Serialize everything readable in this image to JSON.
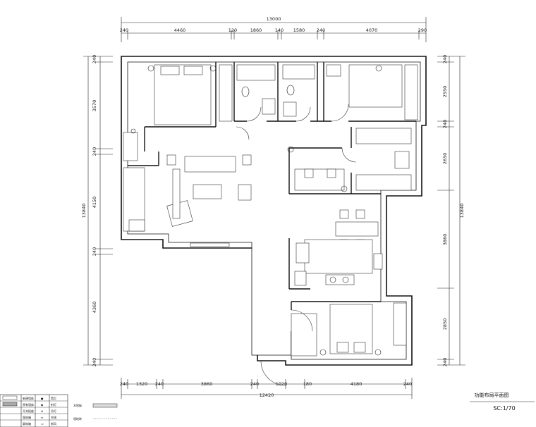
{
  "drawing": {
    "title": "功能布局平面图",
    "scale": "SC:1/70"
  },
  "top_dims": {
    "overall": "13000",
    "segments": [
      "240",
      "4460",
      "120",
      "1860",
      "140",
      "1580",
      "240",
      "4070",
      "290"
    ]
  },
  "bottom_dims": {
    "overall": "12420",
    "segments": [
      "240",
      "1320",
      "240",
      "3860",
      "240",
      "1020",
      "180",
      "4180",
      "240"
    ]
  },
  "left_dims": {
    "overall": "13840",
    "segments": [
      "240",
      "3570",
      "240",
      "4150",
      "240",
      "4360",
      "240"
    ]
  },
  "right_dims": {
    "overall": "13840",
    "segments": [
      "240",
      "2550",
      "240",
      "2650",
      "3860",
      "2850",
      "240"
    ]
  },
  "legend": {
    "rows": [
      [
        "新建墙体",
        "●",
        "筒灯"
      ],
      [
        "原有墙体",
        "◆",
        "射灯"
      ],
      [
        "开关插座",
        "⊕",
        "吊灯"
      ],
      [
        "强电箱",
        "⇔",
        "空调"
      ],
      [
        "弱电箱",
        "▭",
        "新风"
      ]
    ],
    "side_labels": [
      "木地板",
      "墙地砖"
    ]
  }
}
